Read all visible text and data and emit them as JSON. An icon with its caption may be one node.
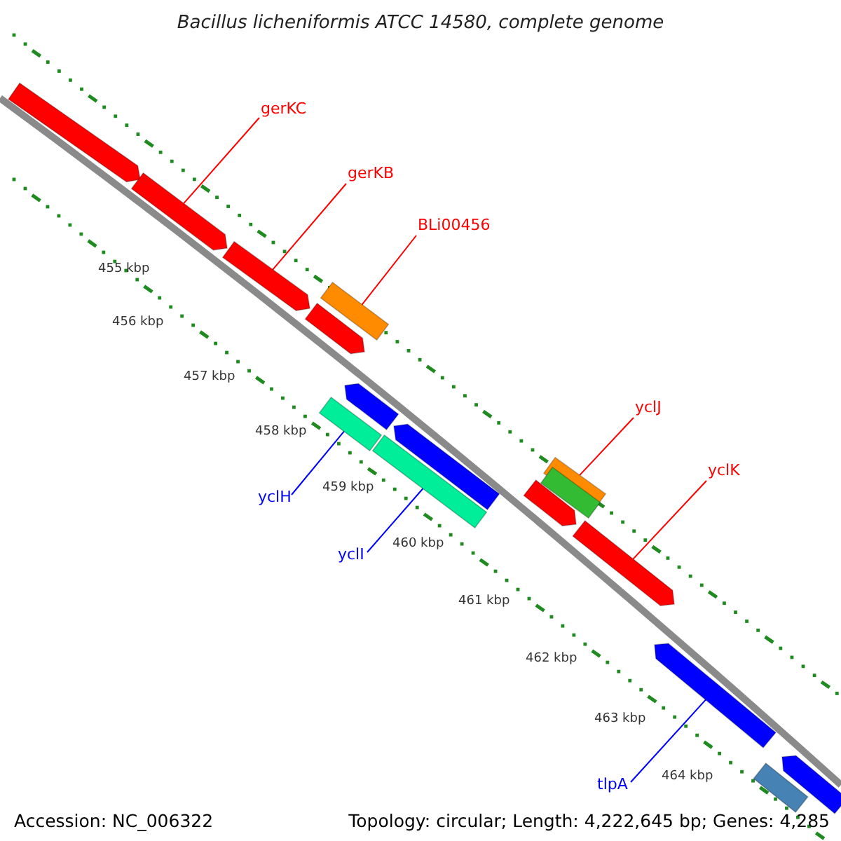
{
  "diagram": {
    "title": "Bacillus licheniformis ATCC 14580, complete genome",
    "nodes": [
      {
        "text": [
          "gerKC"
        ]
      },
      {
        "text": [
          "gerKB"
        ]
      },
      {
        "text": [
          "BLi00456"
        ]
      },
      {
        "text": [
          "yclJ"
        ]
      },
      {
        "text": [
          "yclK"
        ]
      },
      {
        "text": [
          "yclH"
        ]
      },
      {
        "text": [
          "yclI"
        ]
      },
      {
        "text": [
          "tlpA"
        ]
      },
      {
        "text": [],
        "shape": "bar"
      },
      {
        "text": [],
        "shape": "bar"
      },
      {
        "text": [],
        "shape": "bar"
      },
      {
        "text": [],
        "shape": "bar"
      },
      {
        "text": [],
        "shape": "bar"
      },
      {
        "text": [],
        "shape": "bar"
      },
      {
        "text": [],
        "shape": "bar"
      },
      {
        "text": [],
        "shape": "bar"
      },
      {
        "text": [],
        "shape": "bar"
      },
      {
        "text": [],
        "shape": "bar"
      },
      {
        "text": [],
        "shape": "bar"
      },
      {
        "text": [],
        "shape": "bar"
      },
      {
        "text": [],
        "shape": "bar"
      },
      {
        "text": [],
        "shape": "bar"
      },
      {
        "text": [],
        "shape": "bar"
      },
      {
        "text": [],
        "shape": "bar"
      }
    ],
    "edges": [
      {
        "from": 0,
        "to": 9,
        "arrow": "none"
      },
      {
        "from": 1,
        "to": 10,
        "arrow": "none"
      },
      {
        "from": 2,
        "to": 11,
        "arrow": "none"
      },
      {
        "from": 3,
        "to": 17,
        "arrow": "none"
      },
      {
        "from": 4,
        "to": 20,
        "arrow": "none"
      },
      {
        "from": 5,
        "to": 14,
        "arrow": "none",
        "color": "#0000ff"
      },
      {
        "from": 6,
        "to": 15,
        "arrow": "none",
        "color": "#0000ff"
      },
      {
        "from": 7,
        "to": 21,
        "arrow": "none",
        "color": "#0000ff"
      }
    ],
    "labels": [
      "455 kbp",
      "456 kbp",
      "457 kbp",
      "458 kbp",
      "459 kbp",
      "460 kbp",
      "461 kbp",
      "462 kbp",
      "463 kbp",
      "464 kbp",
      "Accession: NC_006322",
      "Topology: circular; Length: 4,222,645 bp; Genes: 4,285"
    ]
  }
}
